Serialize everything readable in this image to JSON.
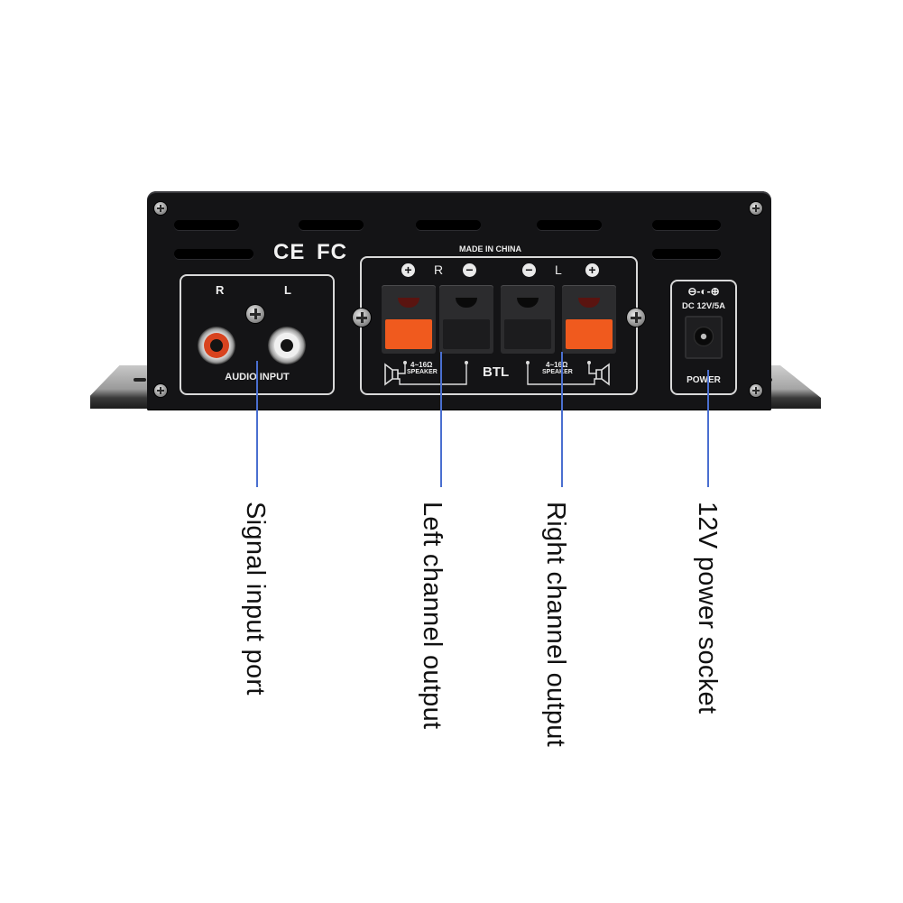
{
  "product": {
    "certifications": [
      "CE",
      "FC"
    ],
    "made_in": "MADE IN CHINA"
  },
  "audio_input": {
    "label": "AUDIO INPUT",
    "channels": [
      {
        "label": "R",
        "color": "#d8431f"
      },
      {
        "label": "L",
        "color": "#f0f0f0"
      }
    ]
  },
  "speaker_output": {
    "header": {
      "plus": "+",
      "minus": "−",
      "right": "R",
      "left": "L"
    },
    "impedance": "4~16Ω",
    "speaker_label": "SPEAKER",
    "mode": "BTL",
    "terminals": [
      {
        "polarity": "+",
        "channel": "R",
        "color": "#f05a1e"
      },
      {
        "polarity": "−",
        "channel": "R",
        "color": "#1c1c1e"
      },
      {
        "polarity": "−",
        "channel": "L",
        "color": "#1c1c1e"
      },
      {
        "polarity": "+",
        "channel": "L",
        "color": "#f05a1e"
      }
    ]
  },
  "power": {
    "polarity_symbol": "⊖-◐-⊕",
    "rating": "DC 12V/5A",
    "label": "POWER"
  },
  "callouts": [
    {
      "text": "Signal input port"
    },
    {
      "text": "Left channel output"
    },
    {
      "text": "Right channel output"
    },
    {
      "text": "12V power socket"
    }
  ],
  "colors": {
    "callout_line": "#4a6fd0",
    "chassis": "#141416",
    "terminal_red": "#f05a1e"
  }
}
